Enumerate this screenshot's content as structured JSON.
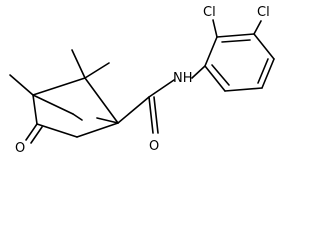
{
  "atoms": {
    "o_ketone": "O",
    "o_amide": "O",
    "nh": "NH",
    "cl_top": "Cl",
    "cl_right": "Cl"
  }
}
